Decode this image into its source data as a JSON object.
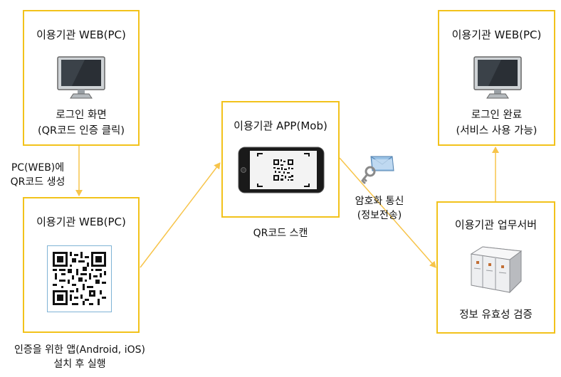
{
  "colors": {
    "border": "#f2c21b",
    "arrow": "#f7c44a"
  },
  "boxes": {
    "web_login": {
      "title": "이용기관 WEB(PC)",
      "line1": "로그인 화면",
      "line2": "(QR코드 인증 클릭)"
    },
    "web_qr": {
      "title": "이용기관 WEB(PC)"
    },
    "app": {
      "title": "이용기관 APP(Mob)"
    },
    "web_done": {
      "title": "이용기관 WEB(PC)",
      "line1": "로그인 완료",
      "line2": "(서비스 사용 가능)"
    },
    "server": {
      "title": "이용기관 업무서버",
      "caption": "정보 유효성 검증"
    }
  },
  "labels": {
    "qr_gen_1": "PC(WEB)에",
    "qr_gen_2": "QR코드 생성",
    "scan": "QR코드 스캔",
    "enc_1": "암호화 통신",
    "enc_2": "(정보전송)",
    "install_1": "인증을 위한 앱(Android, iOS)",
    "install_2": "설치 후 실행"
  },
  "icons": [
    "monitor-icon",
    "qr-code-icon",
    "smartphone-qr-icon",
    "encrypted-mail-icon",
    "server-icon"
  ]
}
